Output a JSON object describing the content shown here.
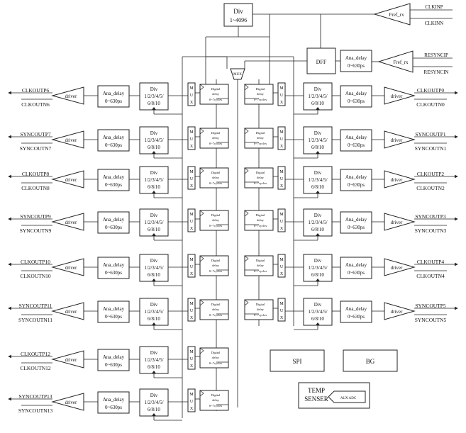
{
  "top_div": {
    "label": "Div",
    "range": "1~4096"
  },
  "fref_rx": "Fref_rx",
  "clk_in": {
    "p": "CLKINP",
    "n": "CLKINN"
  },
  "sync_in": {
    "p": "RESYNCIP",
    "n": "RESYNCIN"
  },
  "dff": "DFF",
  "mux": "MUX",
  "ana_delay": {
    "title": "Ana_delay",
    "range": "0~630ps"
  },
  "div_block": {
    "title": "Div",
    "line2": "1/2/3/4/5/",
    "line3": "6/8/10"
  },
  "digital_delay": {
    "line1": "Digital",
    "line2": "delay",
    "line3": "0~7cycles"
  },
  "driver": "driver",
  "mux_letters": [
    "M",
    "U",
    "X"
  ],
  "left_outputs": [
    {
      "p": "CLKOUTP6",
      "n": "CLKOUTN6"
    },
    {
      "p": "SYNCOUTP7",
      "n": "SYNCOUTN7"
    },
    {
      "p": "CLKOUTP8",
      "n": "CLKOUTN8"
    },
    {
      "p": "SYNCOUTP9",
      "n": "SYNCOUTN9"
    },
    {
      "p": "CLKOUTP10",
      "n": "CLKOUTN10"
    },
    {
      "p": "SYNCOUTP11",
      "n": "SYNCOUTN11"
    },
    {
      "p": "CLKOUTP12",
      "n": "CLKOUTN12"
    },
    {
      "p": "SYNCOUTP13",
      "n": "SYNCOUTN13"
    }
  ],
  "right_outputs": [
    {
      "p": "CLKOUTP0",
      "n": "CLKOUTN0"
    },
    {
      "p": "SYNCOUTP1",
      "n": "SYNCOUTN1"
    },
    {
      "p": "CLKOUTP2",
      "n": "CLKOUTN2"
    },
    {
      "p": "SYNCOUTP3",
      "n": "SYNCOUTN3"
    },
    {
      "p": "CLKOUTP4",
      "n": "CLKOUTN4"
    },
    {
      "p": "SYNCOUTP5",
      "n": "SYNCOUTN5"
    }
  ],
  "spi": "SPI",
  "bg": "BG",
  "temp": {
    "line1": "TEMP",
    "line2": "SENSER"
  },
  "aux_adc": "AUX ADC"
}
